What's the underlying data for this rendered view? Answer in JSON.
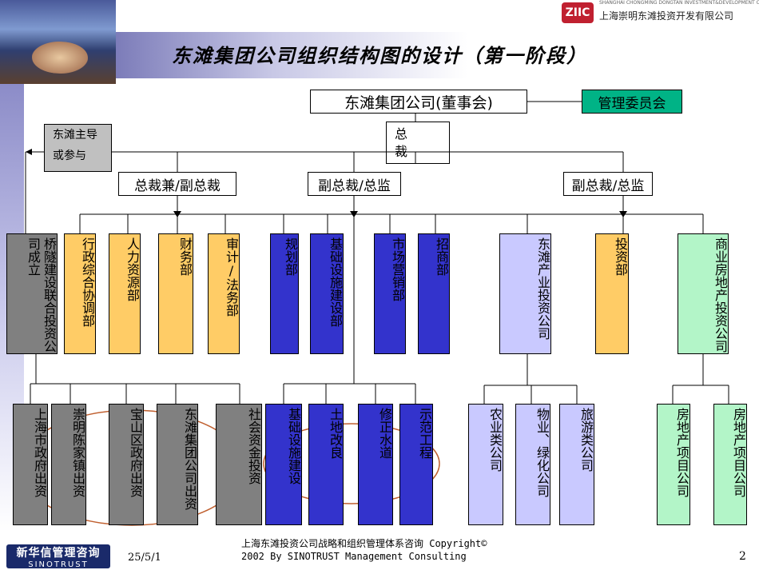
{
  "title": "东滩集团公司组织结构图的设计（第一阶段）",
  "logo": {
    "badge": "ZIIC",
    "english": "SHANGHAI CHONGMING DONGTAN INVESTMENT&DEVELOPMENT CO LTD",
    "chinese": "上海崇明东滩投资开发有限公司"
  },
  "legend": {
    "line1": "东滩主导",
    "line2": "或参与"
  },
  "nodes": {
    "board": "东滩集团公司(董事会)",
    "committee": "管理委员会",
    "gm": "总裁",
    "vp_left": "总裁兼/副总裁",
    "vp_mid": "副总裁/总监",
    "vp_right": "副总裁/总监"
  },
  "departments": [
    {
      "label": "桥隧建设联合投资公司成立",
      "color": "gray"
    },
    {
      "label": "行政综合协调部",
      "color": "orange"
    },
    {
      "label": "人力资源部",
      "color": "orange"
    },
    {
      "label": "财务部",
      "color": "orange"
    },
    {
      "label": "审计/法务部",
      "color": "orange"
    },
    {
      "label": "规划部",
      "color": "blue"
    },
    {
      "label": "基础设施建设部",
      "color": "blue"
    },
    {
      "label": "市场营销部",
      "color": "blue"
    },
    {
      "label": "招商部",
      "color": "blue"
    },
    {
      "label": "东滩产业投资公司",
      "color": "lilac"
    },
    {
      "label": "投资部",
      "color": "orange"
    },
    {
      "label": "商业房地产投资公司",
      "color": "green"
    }
  ],
  "subunits": [
    {
      "label": "上海市政府出资",
      "color": "gray"
    },
    {
      "label": "崇明陈家镇出资",
      "color": "gray"
    },
    {
      "label": "宝山区政府出资",
      "color": "gray"
    },
    {
      "label": "东滩集团公司出资",
      "color": "gray"
    },
    {
      "label": "社会资金投资",
      "color": "gray"
    },
    {
      "label": "基础设施建设",
      "color": "blue"
    },
    {
      "label": "土地改良",
      "color": "blue"
    },
    {
      "label": "修正水道",
      "color": "blue"
    },
    {
      "label": "示范工程",
      "color": "blue"
    },
    {
      "label": "农业类公司",
      "color": "lilac"
    },
    {
      "label": "物业、绿化公司",
      "color": "lilac"
    },
    {
      "label": "旅游类公司",
      "color": "lilac"
    },
    {
      "label": "房地产项目公司",
      "color": "green"
    },
    {
      "label": "房地产项目公司",
      "color": "green"
    }
  ],
  "footer": {
    "logo_cn": "新华信管理咨询",
    "logo_en": "SINOTRUST",
    "date": "25/5/1",
    "copyright_line1": "上海东滩投资公司战略和组织管理体系咨询 Copyright©",
    "copyright_line2": "2002 By SINOTRUST Management Consulting",
    "page": "2"
  }
}
